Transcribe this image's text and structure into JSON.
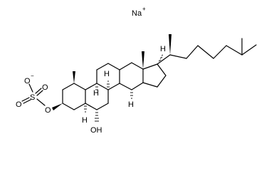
{
  "counterion": {
    "symbol": "Na",
    "charge": "+"
  },
  "sulfate": {
    "o_minus": "O",
    "minus_sign": "−",
    "s": "S",
    "o1": "O",
    "o2": "O",
    "o_link": "O"
  },
  "hydroxyl": "OH",
  "hydrogens": {
    "h5": "H",
    "h8": "H",
    "h9": "H",
    "h14": "H",
    "h17": "H"
  },
  "colors": {
    "ink": "#000000",
    "background": "#ffffff"
  }
}
